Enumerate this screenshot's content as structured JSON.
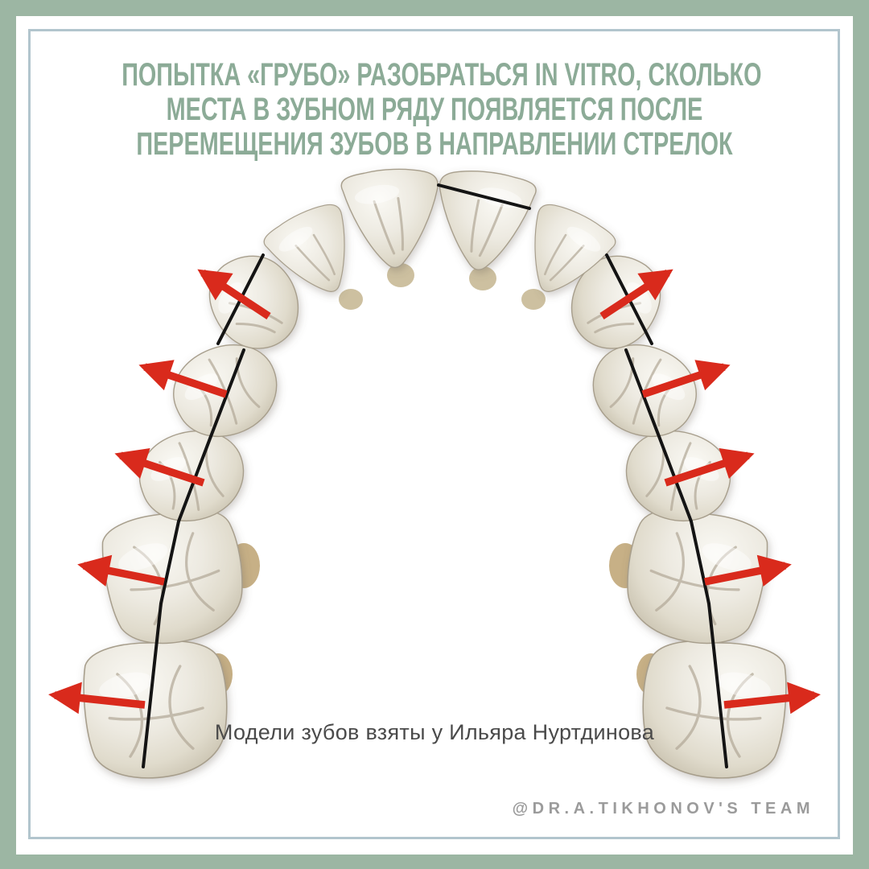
{
  "page": {
    "background_color": "#9cb6a3",
    "canvas_color": "#ffffff",
    "frame_line_color": "#b2c5cd"
  },
  "title": {
    "color": "#8cab97",
    "lines": [
      "ПОПЫТКА «ГРУБО» РАЗОБРАТЬСЯ IN VITRO, СКОЛЬКО",
      "МЕСТА В ЗУБНОМ РЯДУ ПОЯВЛЯЕТСЯ ПОСЛЕ",
      "ПЕРЕМЕЩЕНИЯ ЗУБОВ В НАПРАВЛЕНИИ СТРЕЛОК"
    ]
  },
  "caption": {
    "text": "Модели зубов взяты у Ильяра Нуртдинова",
    "color": "#4a4a4a"
  },
  "watermark": {
    "text": "@DR.A.TIKHONOV'S TEAM",
    "color": "#9b9b9b"
  },
  "diagram": {
    "arrow_color": "#d92a1c",
    "axis_line_color": "#141414",
    "tooth_color": "#ece8de",
    "teeth": [
      "central-incisor-left",
      "central-incisor-right",
      "lateral-incisor-left",
      "lateral-incisor-right",
      "canine-left",
      "canine-right",
      "first-premolar-left",
      "first-premolar-right",
      "second-premolar-left",
      "second-premolar-right",
      "first-molar-left",
      "first-molar-right",
      "second-molar-left",
      "second-molar-right"
    ],
    "arrows": [
      {
        "tooth": "canine-left",
        "direction": "up-left"
      },
      {
        "tooth": "first-premolar-left",
        "direction": "left-up"
      },
      {
        "tooth": "second-premolar-left",
        "direction": "left-up"
      },
      {
        "tooth": "first-molar-left",
        "direction": "left"
      },
      {
        "tooth": "second-molar-left",
        "direction": "left"
      },
      {
        "tooth": "canine-right",
        "direction": "up-right"
      },
      {
        "tooth": "first-premolar-right",
        "direction": "right-up"
      },
      {
        "tooth": "second-premolar-right",
        "direction": "right-up"
      },
      {
        "tooth": "first-molar-right",
        "direction": "right"
      },
      {
        "tooth": "second-molar-right",
        "direction": "right"
      }
    ],
    "axis_lines": [
      "central-incisor-right",
      "canine-left",
      "canine-right",
      "posterior-left",
      "posterior-right"
    ]
  }
}
